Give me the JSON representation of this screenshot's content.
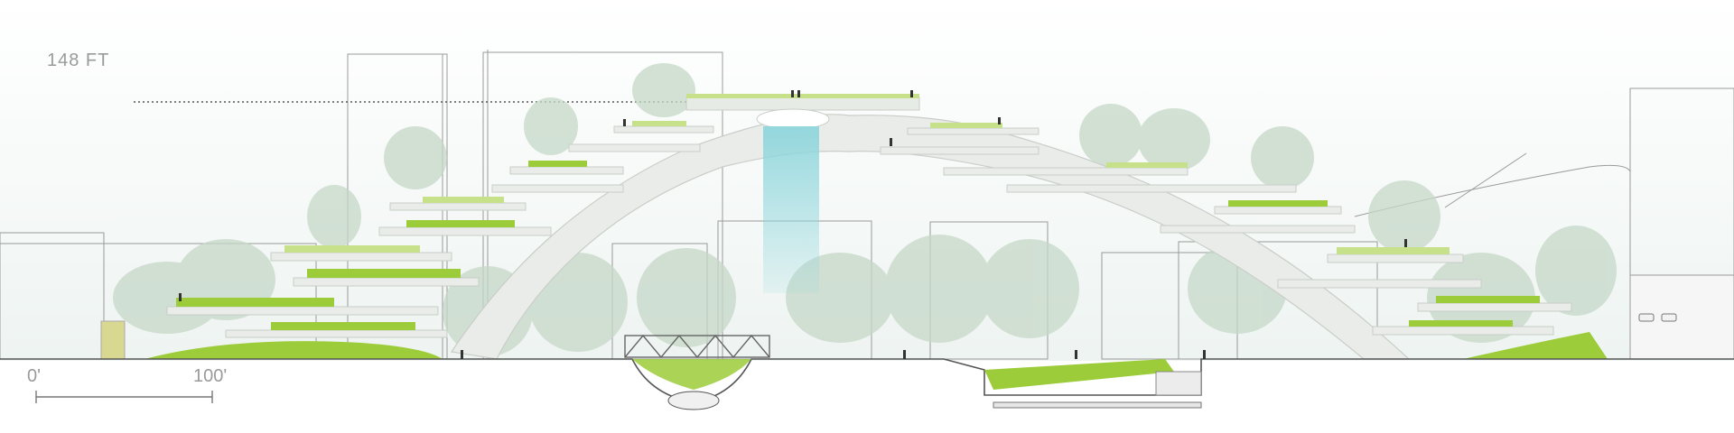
{
  "section": {
    "height_label": "148 FT",
    "scale_bar": {
      "start_label": "0'",
      "end_label": "100'"
    }
  },
  "colors": {
    "grass": "#9ccc3a",
    "grass_light": "#c7e08a",
    "deck": "#e9ece8",
    "deck_edge": "#c9cec8",
    "trees": "#b9cdbd",
    "water": "#8fd6dc",
    "ground_line": "#555555",
    "guide_lines": "#8a8a8a"
  }
}
